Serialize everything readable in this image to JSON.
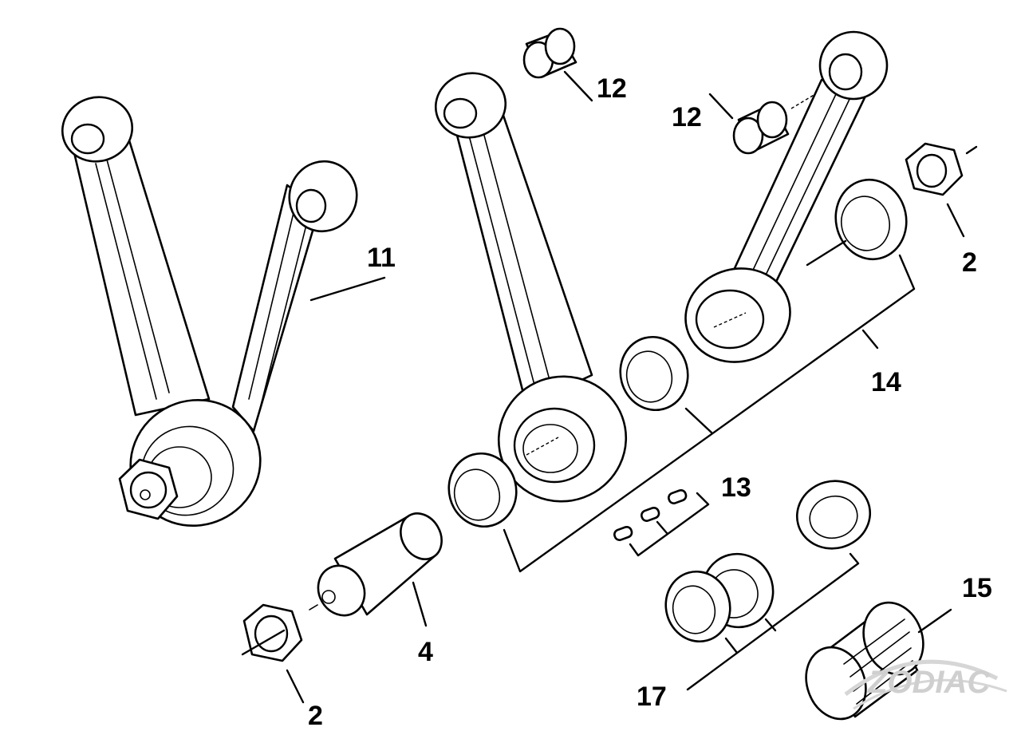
{
  "labels": {
    "l11": "11",
    "l12a": "12",
    "l12b": "12",
    "l2a": "2",
    "l14": "14",
    "l13": "13",
    "l4": "4",
    "l15": "15",
    "l2b": "2",
    "l17": "17"
  },
  "watermark": {
    "brand": "ZODIAC"
  },
  "colors": {
    "ink": "#000000",
    "watermark": "#cfcfcf",
    "background": "#ffffff"
  }
}
